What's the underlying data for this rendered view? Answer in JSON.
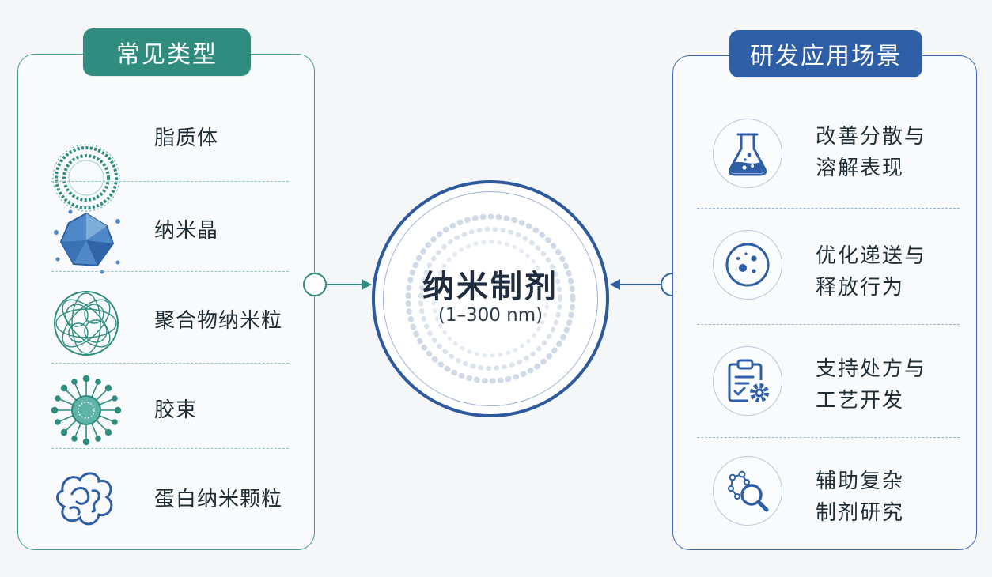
{
  "left_panel": {
    "title": "常见类型",
    "items": [
      {
        "label": "脂质体",
        "icon": "liposome-icon"
      },
      {
        "label": "纳米晶",
        "icon": "nanocrystal-icon"
      },
      {
        "label": "聚合物纳米粒",
        "icon": "polymer-nanoparticle-icon"
      },
      {
        "label": "胶束",
        "icon": "micelle-icon"
      },
      {
        "label": "蛋白纳米颗粒",
        "icon": "protein-nanoparticle-icon"
      }
    ]
  },
  "center": {
    "title": "纳米制剂",
    "subtitle": "(1–300 nm)"
  },
  "right_panel": {
    "title": "研发应用场景",
    "items": [
      {
        "line1": "改善分散与",
        "line2": "溶解表现",
        "icon": "flask-icon"
      },
      {
        "line1": "优化递送与",
        "line2": "释放行为",
        "icon": "particles-icon"
      },
      {
        "line1": "支持处方与",
        "line2": "工艺开发",
        "icon": "clipboard-gear-icon"
      },
      {
        "line1": "辅助复杂",
        "line2": "制剂研究",
        "icon": "molecule-magnifier-icon"
      }
    ]
  },
  "colors": {
    "teal": "#2f8c7f",
    "blue": "#2e5ea6"
  }
}
